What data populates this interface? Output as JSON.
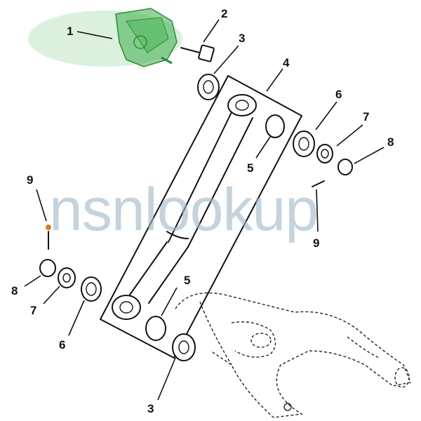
{
  "watermark": "nsnlookup",
  "callouts": [
    "1",
    "2",
    "3",
    "4",
    "5",
    "6",
    "7",
    "8",
    "9"
  ],
  "colors": {
    "highlight": "#3cae4a",
    "callout_dot": "#e07a1e",
    "watermark": "#9fb6c8"
  }
}
